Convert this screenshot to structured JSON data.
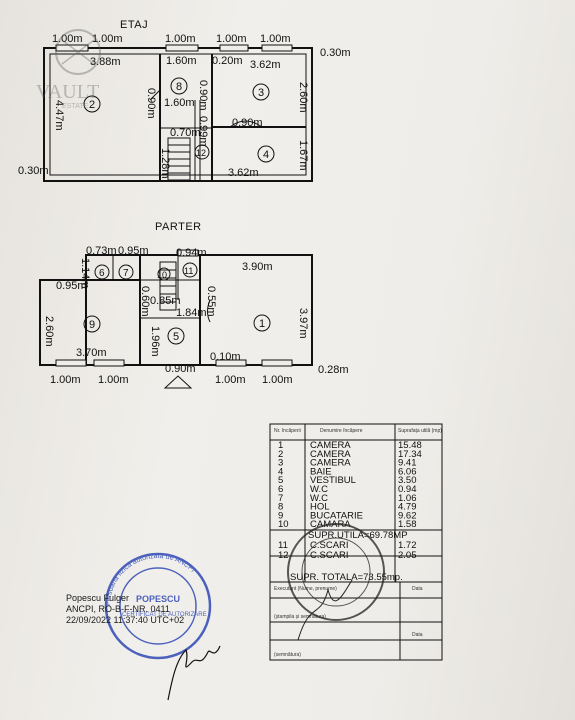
{
  "watermark": {
    "text": "VAULT",
    "sub": "ESTATE"
  },
  "etaj": {
    "title": "ETAJ",
    "dims": {
      "top_left_a": "1.00m",
      "top_left_b": "1.00m",
      "top_mid": "1.00m",
      "top_right_a": "1.00m",
      "top_right_b": "1.00m",
      "right_top": "0.30m",
      "r2_width": "3.88m",
      "r8_width": "1.60m",
      "r8_side": "0.90m",
      "small_020": "0.20m",
      "r3_width": "3.62m",
      "r3_height": "2.60m",
      "r2_height": "4.47m",
      "r8_lower": "1.60m",
      "stair_090": "0.90m",
      "stair_099": "0.99m",
      "r8_070": "0.70m",
      "door_090": "0.90m",
      "r4_height": "1.67m",
      "stair_128": "1.28m",
      "left_bottom": "0.30m",
      "r4_width": "3.62m"
    },
    "rooms": {
      "r2": "2",
      "r8": "8",
      "r3": "3",
      "r4": "4",
      "r12": "12"
    }
  },
  "parter": {
    "title": "PARTER",
    "dims": {
      "d073": "0.73m",
      "d095a": "0.95m",
      "d094": "0.94m",
      "r1_width": "3.90m",
      "d114": "1.14m",
      "d095b": "0.95m",
      "d085": "0.85m",
      "d055": "0.55m",
      "d060": "0.60m",
      "r1_height": "3.97m",
      "d184": "1.84m",
      "r9_height": "2.60m",
      "d196": "1.96m",
      "r9_width": "3.70m",
      "d010": "0.10m",
      "bottom_090": "0.90m",
      "right_028": "0.28m",
      "win_a": "1.00m",
      "win_b": "1.00m",
      "win_c": "1.00m",
      "win_d": "1.00m"
    },
    "rooms": {
      "r6": "6",
      "r7": "7",
      "r10": "10",
      "r11": "11",
      "r9": "9",
      "r5": "5",
      "r1": "1"
    }
  },
  "table": {
    "head_nr": "Nr. încăperii",
    "head_name": "Denumire încăpere",
    "head_area": "Suprafața utilă (mp)",
    "rows": [
      {
        "nr": "1",
        "name": "CAMERA",
        "area": "15.48"
      },
      {
        "nr": "2",
        "name": "CAMERA",
        "area": "17.34"
      },
      {
        "nr": "3",
        "name": "CAMERA",
        "area": "9.41"
      },
      {
        "nr": "4",
        "name": "BAIE",
        "area": "6.06"
      },
      {
        "nr": "5",
        "name": "VESTIBUL",
        "area": "3.50"
      },
      {
        "nr": "6",
        "name": "W.C",
        "area": "0.94"
      },
      {
        "nr": "7",
        "name": "W.C",
        "area": "1.06"
      },
      {
        "nr": "8",
        "name": "HOL",
        "area": "4.79"
      },
      {
        "nr": "9",
        "name": "BUCATARIE",
        "area": "9.62"
      },
      {
        "nr": "10",
        "name": "CAMARA",
        "area": "1.58"
      }
    ],
    "surf_utila": "SUPR.UTILA=69.78MP",
    "rows2": [
      {
        "nr": "11",
        "name": "C.SCARI",
        "area": "1.72"
      },
      {
        "nr": "12",
        "name": "C.SCARI",
        "area": "2.05"
      }
    ],
    "total": "SUPR. TOTALA=73.55mp.",
    "exec_label": "Executant (Nume, prenume)",
    "date_label": "Data",
    "sign_label": "(ștampila și semnătura)",
    "sign_label2": "(semnătura)",
    "date_label2": "Data"
  },
  "signature": {
    "line1": "Popescu Fulger",
    "line2": "ANCPI, RO-B-F-NR. 0411",
    "line3": "22/09/2022 11:37:40 UTC+02"
  },
  "stamps": {
    "round_text": "Persoană fizică autorizată de ANCPI",
    "round_name": "POPESCU",
    "round_sub": "CERTIFICAT DE AUTORIZARE"
  },
  "colors": {
    "ink": "#111111",
    "stamp_blue": "#3a52b8",
    "paper": "#ece9e4"
  }
}
